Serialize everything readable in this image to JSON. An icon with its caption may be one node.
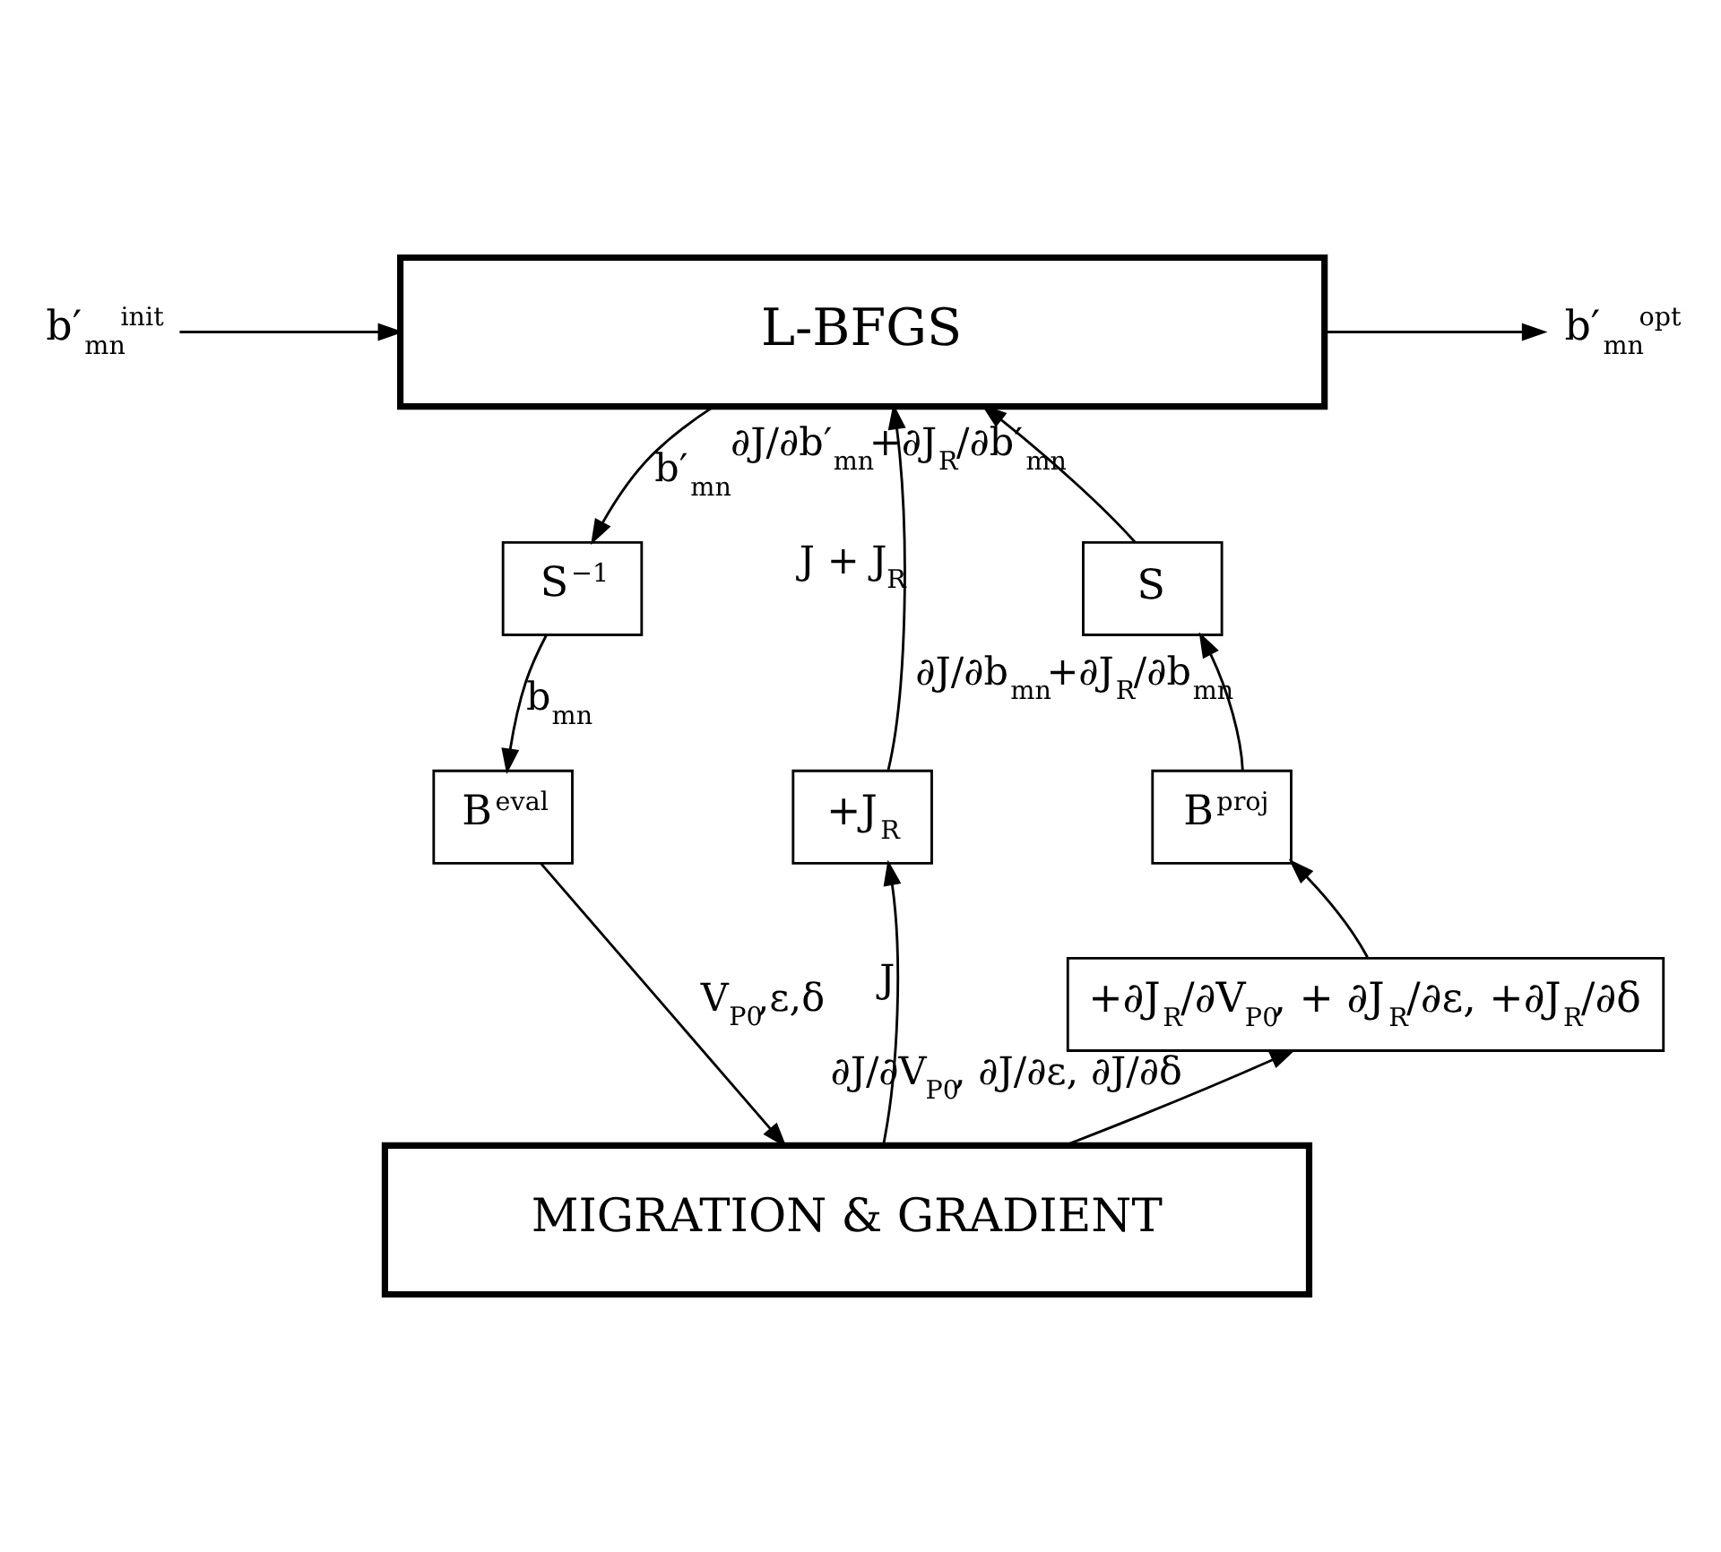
{
  "diagram": {
    "nodes": [
      {
        "text": [
          "L-BFGS"
        ]
      },
      {
        "text": [
          "S$^{−1}$"
        ]
      },
      {
        "text": [
          "B$^{eval}$"
        ]
      },
      {
        "text": [
          "MIGRATION & GRADIENT"
        ]
      },
      {
        "text": [
          "+J$_{R}$"
        ]
      },
      {
        "text": [
          "B$^{proj}$"
        ]
      },
      {
        "text": [
          "S"
        ]
      },
      {
        "text": [
          "+∂J$_{R}$/∂V$_{P0}$, + ∂J$_{R}$/∂ε, +∂J$_{R}$/∂δ"
        ]
      },
      {
        "text": [
          "b′$_{mn}$$^{init}$"
        ]
      },
      {
        "text": [
          "b′$_{mn}$$^{opt}$"
        ]
      }
    ],
    "edges": [
      {
        "from": 8,
        "to": 0,
        "arrow": "to"
      },
      {
        "from": 0,
        "to": 9,
        "arrow": "to"
      },
      {
        "from": 0,
        "to": 1,
        "arrow": "to",
        "label": "b′$_{mn}$"
      },
      {
        "from": 1,
        "to": 2,
        "arrow": "to",
        "label": "b$_{mn}$"
      },
      {
        "from": 2,
        "to": 3,
        "arrow": "to",
        "label": "V$_{P0}$,ε,δ"
      },
      {
        "from": 3,
        "to": 4,
        "arrow": "to",
        "label": "J"
      },
      {
        "from": 4,
        "to": 0,
        "arrow": "to",
        "label": "J + J$_{R}$"
      },
      {
        "from": 3,
        "to": 7,
        "arrow": "to",
        "label": "∂J/∂V$_{P0}$, ∂J/∂ε, ∂J/∂δ"
      },
      {
        "from": 7,
        "to": 5,
        "arrow": "to"
      },
      {
        "from": 5,
        "to": 6,
        "arrow": "to",
        "label": "∂J/∂b$_{mn}$+∂J$_{R}$/∂b$_{mn}$"
      },
      {
        "from": 6,
        "to": 0,
        "arrow": "to",
        "label": "∂J/∂b′$_{mn}$+∂J$_{R}$/∂b′$_{mn}$"
      }
    ]
  }
}
